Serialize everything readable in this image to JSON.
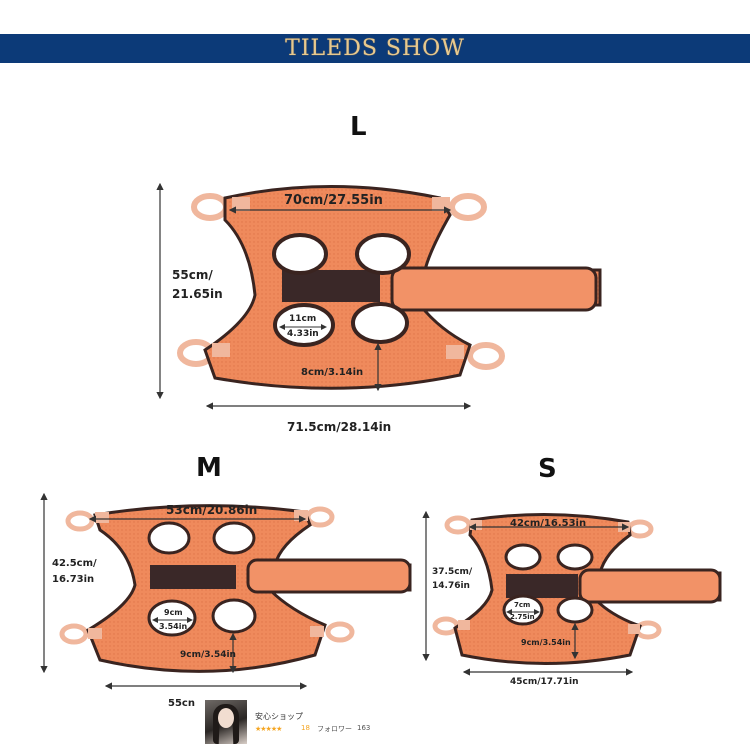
{
  "header": {
    "title": "TILEDS SHOW"
  },
  "colors": {
    "banner": "#0c3a78",
    "banner_text": "#e7c98f",
    "vest_fill": "#ef8a5c",
    "vest_border": "#3a2420",
    "strap": "#f29267",
    "loop": "#f0b79d"
  },
  "sizes": {
    "large": {
      "label": "L",
      "width_top": "70cm/27.55in",
      "height": "55cm/\n21.65in",
      "width_bottom": "71.5cm/28.14in",
      "hole_top": "11cm",
      "hole_bottom": "4.33in",
      "gap": "8cm/3.14in"
    },
    "medium": {
      "label": "M",
      "width_top": "53cm/20.86in",
      "height": "42.5cm/\n16.73in",
      "width_bottom": "55cn",
      "hole_top": "9cm",
      "hole_bottom": "3.54in",
      "gap": "9cm/3.54in"
    },
    "small": {
      "label": "S",
      "width_top": "42cm/16.53in",
      "height": "37.5cm/\n14.76in",
      "width_bottom": "45cm/17.71in",
      "hole_top": "7cm",
      "hole_bottom": "2.75in",
      "gap": "9cm/3.54in"
    }
  },
  "seller": {
    "name": "安心ショップ",
    "stars": "★★★★★",
    "rating": "18",
    "followers_label": "フォロワー",
    "followers_count": "163",
    "avatar_icon": "seller-avatar-photo"
  }
}
